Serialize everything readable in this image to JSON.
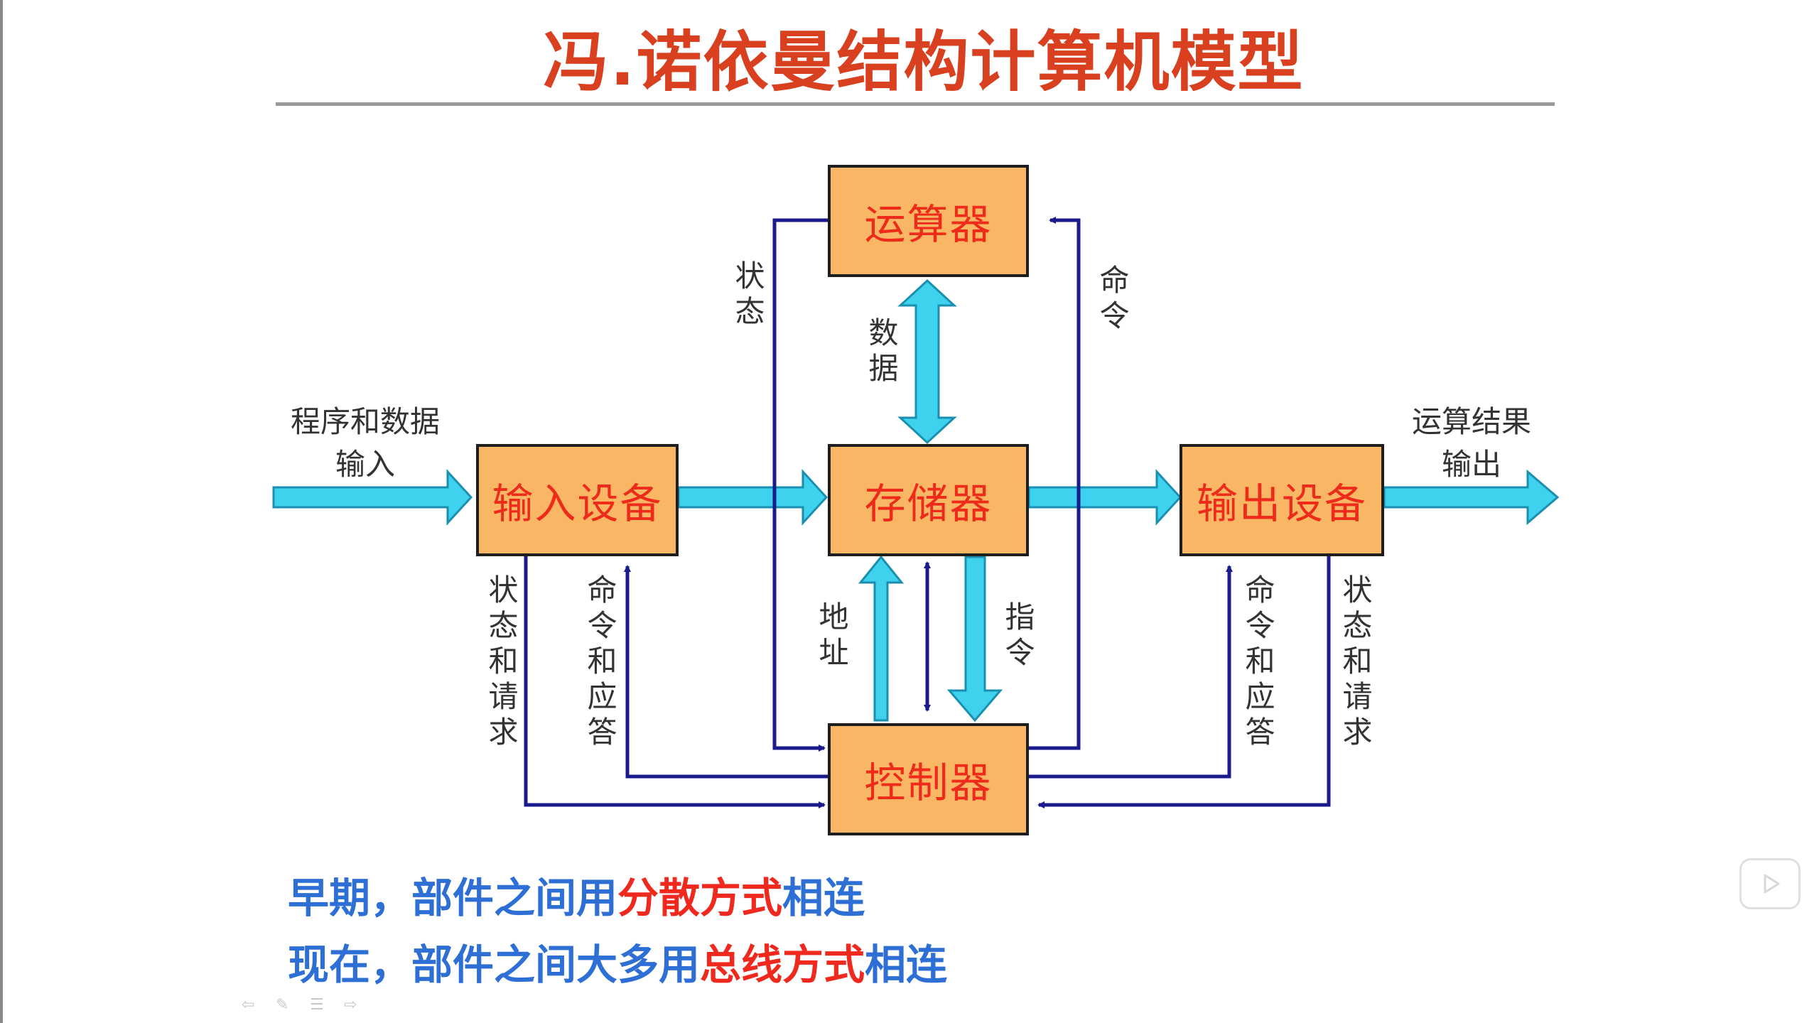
{
  "title": "冯.诺依曼结构计算机模型",
  "units": {
    "alu": "运算器",
    "memory": "存储器",
    "input": "输入设备",
    "output": "输出设备",
    "control": "控制器"
  },
  "labels": {
    "input_external": [
      "程序和数据",
      "输入"
    ],
    "output_external": [
      "运算结果",
      "输出"
    ],
    "alu_status": "状态",
    "alu_command": "命令",
    "data": "数据",
    "address": "地址",
    "instruction": "指令",
    "input_status_request": "状态和请求",
    "input_command_reply": "命令和应答",
    "output_command_reply": "命令和应答",
    "output_status_request": "状态和请求"
  },
  "notes": [
    {
      "prefix": "早期，部件之间用",
      "highlight": "分散方式",
      "suffix": "相连"
    },
    {
      "prefix": "现在，部件之间大多用",
      "highlight": "总线方式",
      "suffix": "相连"
    }
  ],
  "colors": {
    "title": "#d8401f",
    "box_fill": "#f9b664",
    "box_text": "#ee2a1a",
    "data_arrow": "#3fd2ef",
    "control_line": "#1a1a8c",
    "note_blue": "#2e6fd6",
    "note_red": "#f0291e"
  },
  "icons": {
    "play": "play-icon",
    "slide_prev": "arrow-left-icon",
    "slide_pen": "pen-icon",
    "slide_menu": "menu-icon",
    "slide_next": "arrow-right-icon"
  }
}
